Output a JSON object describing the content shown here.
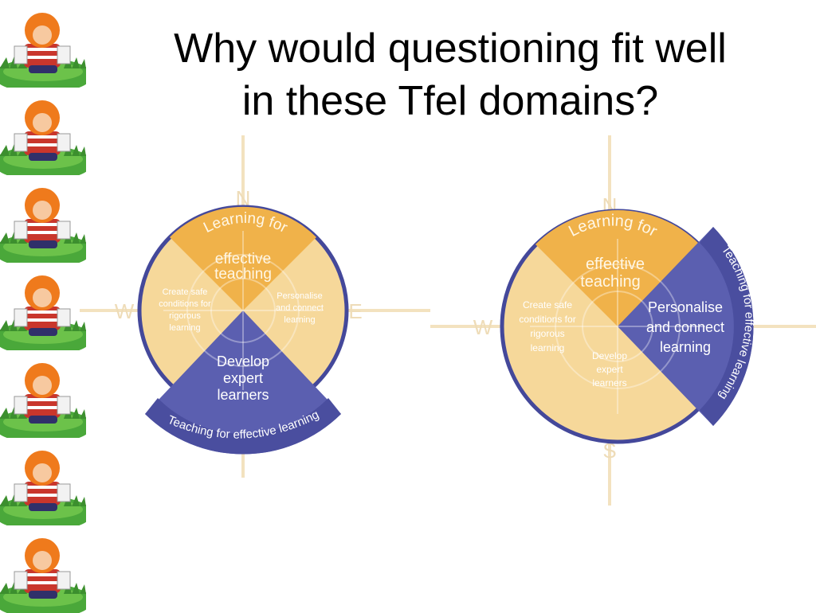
{
  "slide": {
    "title_line1": "Why would questioning fit well",
    "title_line2": "in these Tfel domains?"
  },
  "sidebar": {
    "tile_count": 7,
    "icon": "child-reading-on-grass-icon"
  },
  "diagram_left": {
    "compass": {
      "n": "N",
      "w": "W",
      "e": "E"
    },
    "learning_for": "Learning for",
    "effective": "effective",
    "teaching": "teaching",
    "create_1": "Create safe",
    "create_2": "conditions for",
    "create_3": "rigorous",
    "create_4": "learning",
    "personalise_1": "Personalise",
    "personalise_2": "and connect",
    "personalise_3": "learning",
    "develop_1": "Develop",
    "develop_2": "expert",
    "develop_3": "learners",
    "band": "Teaching for effective learning"
  },
  "diagram_right": {
    "compass": {
      "n": "N",
      "w": "W",
      "s": "S"
    },
    "learning_for": "Learning for",
    "effective": "effective",
    "teaching": "teaching",
    "create_1": "Create safe",
    "create_2": "conditions for",
    "create_3": "rigorous",
    "create_4": "learning",
    "personalise_1": "Personalise",
    "personalise_2": "and connect",
    "personalise_3": "learning",
    "develop_1": "Develop",
    "develop_2": "expert",
    "develop_3": "learners",
    "band": "Teaching for effective learning"
  },
  "colors": {
    "circle_rim": "#44489a",
    "light_yellow": "#f6d89a",
    "orange": "#f0b24a",
    "blue": "#5b5fb0",
    "grass": "#4aa83a",
    "hair": "#ef7a1c"
  }
}
